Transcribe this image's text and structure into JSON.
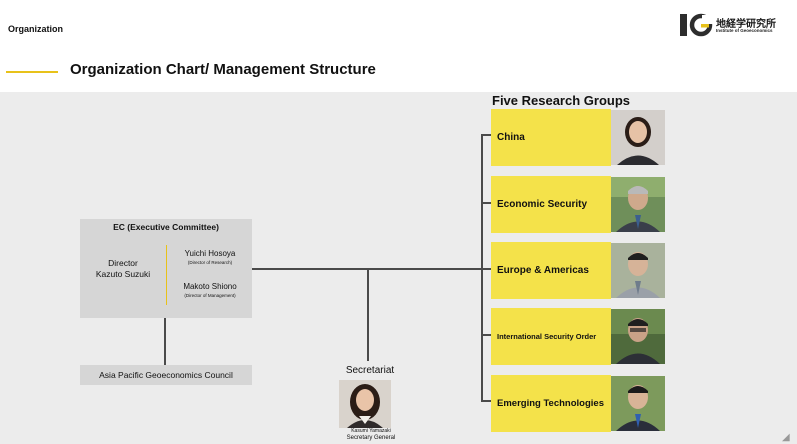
{
  "header": {
    "section_label": "Organization",
    "logo_jp": "地経学研究所",
    "logo_en": "Institute of Geoeconomics",
    "page_title": "Organization Chart/ Management Structure"
  },
  "colors": {
    "accent_yellow": "#f4e24a",
    "rule_gold": "#e8c21a",
    "box_gray": "#d6d6d6",
    "background": "#ececec"
  },
  "executive_committee": {
    "title": "EC (Executive Committee)",
    "director_title": "Director",
    "director_name": "Kazuto Suzuki",
    "members": [
      {
        "name": "Yuichi Hosoya",
        "role": "(Director of Research)"
      },
      {
        "name": "Makoto Shiono",
        "role": "(Director of Management)"
      }
    ]
  },
  "council": {
    "label": "Asia Pacific Geoeconomics Council"
  },
  "secretariat": {
    "label": "Secretariat",
    "person_name": "Kasumi Yamazaki",
    "person_role": "Secretary General"
  },
  "research_groups": {
    "title": "Five Research Groups",
    "groups": [
      {
        "label": "China"
      },
      {
        "label": "Economic Security"
      },
      {
        "label": "Europe & Americas"
      },
      {
        "label": "International Security Order"
      },
      {
        "label": "Emerging Technologies"
      }
    ]
  },
  "icons": {
    "logo": "ig-logo-icon"
  }
}
